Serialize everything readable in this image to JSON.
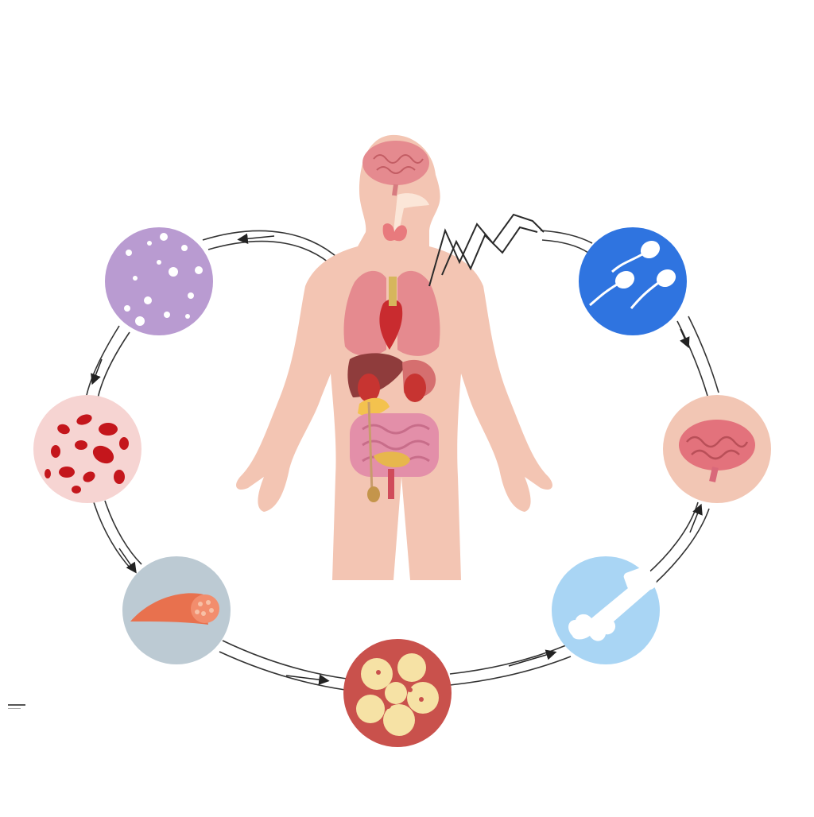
{
  "diagram": {
    "center": {
      "name": "human-body-organs",
      "skin": "#f3c5b3",
      "organ": "#e58a8f"
    },
    "nodes": [
      {
        "name": "adipose-fat-cells",
        "icon": "fat-cells-icon",
        "bg": "#b99bd1",
        "fg": "#ffffff"
      },
      {
        "name": "sperm-cells",
        "icon": "sperm-icon",
        "bg": "#2f74e0",
        "fg": "#ffffff"
      },
      {
        "name": "brain-neurons",
        "icon": "brain-icon",
        "bg": "#f2c6b4",
        "fg": "#e3727c"
      },
      {
        "name": "bone-tissue",
        "icon": "bone-icon",
        "bg": "#a9d5f4",
        "fg": "#ffffff"
      },
      {
        "name": "fat-lobules",
        "icon": "fat-lobules-icon",
        "bg": "#c9514c",
        "fg": "#f6e2a5"
      },
      {
        "name": "muscle-fiber",
        "icon": "muscle-icon",
        "bg": "#bccad3",
        "fg": "#e8714e"
      },
      {
        "name": "red-blood-cells",
        "icon": "blood-cells-icon",
        "bg": "#f6d4d2",
        "fg": "#c4161c"
      }
    ],
    "cycle": {
      "arrow": "#222222",
      "direction": [
        "left-up-arrow",
        "left-down-arrow",
        "muscle-out-arrow",
        "fat-in-arrow",
        "bone-in-arrow",
        "right-up-arrow",
        "right-down-arrow"
      ]
    }
  }
}
